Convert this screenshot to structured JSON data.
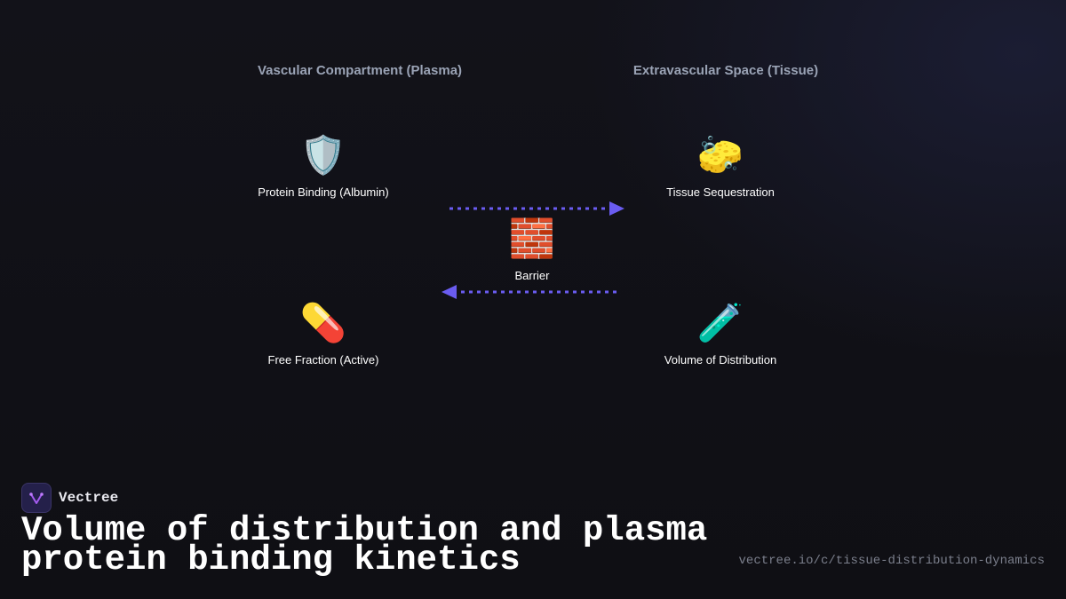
{
  "columns": {
    "left_title": "Vascular Compartment (Plasma)",
    "right_title": "Extravascular Space (Tissue)"
  },
  "nodes": {
    "protein_binding": {
      "icon": "🛡️",
      "icon_name": "shield-icon",
      "label": "Protein Binding (Albumin)"
    },
    "tissue_sequestration": {
      "icon": "🧽",
      "icon_name": "sponge-icon",
      "label": "Tissue Sequestration"
    },
    "barrier": {
      "icon": "🧱",
      "icon_name": "brick-icon",
      "label": "Barrier"
    },
    "free_fraction": {
      "icon": "💊",
      "icon_name": "pill-icon",
      "label": "Free Fraction (Active)"
    },
    "volume_distribution": {
      "icon": "🧪",
      "icon_name": "test-tube-icon",
      "label": "Volume of Distribution"
    }
  },
  "arrows": {
    "color": "#6a5cf0"
  },
  "brand": {
    "name": "Vectree"
  },
  "title": "Volume of distribution and plasma protein binding kinetics",
  "url": "vectree.io/c/tissue-distribution-dynamics"
}
